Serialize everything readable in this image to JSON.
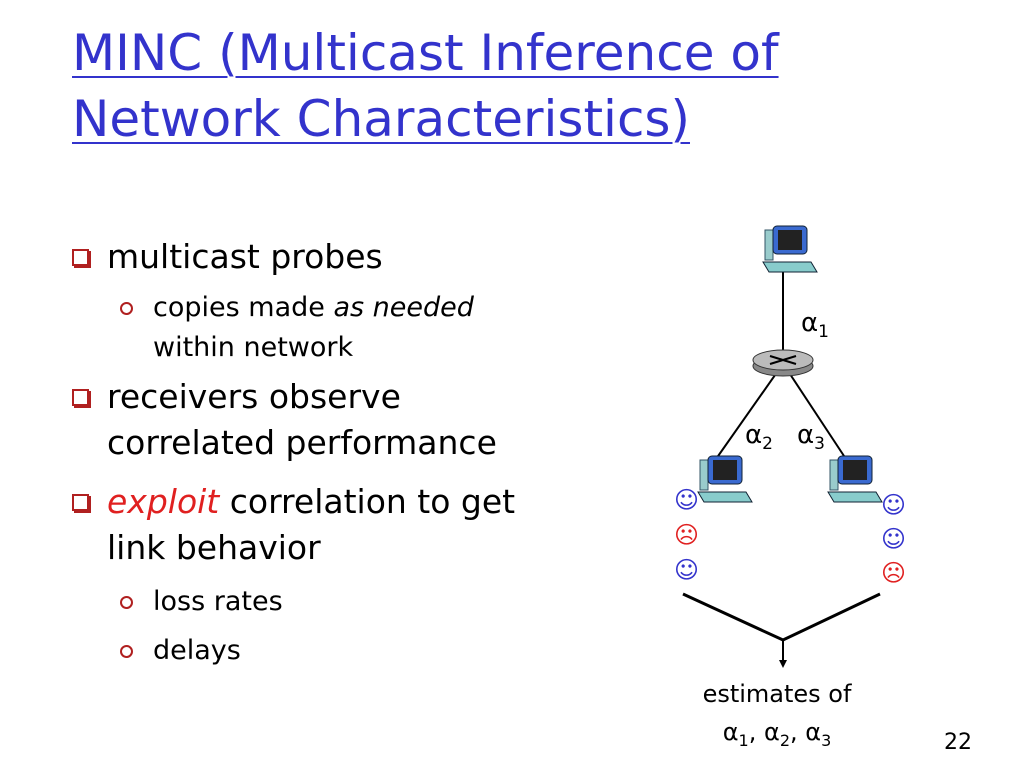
{
  "title": {
    "line1": "MINC (Multicast Inference of",
    "line2": "Network Characteristics)"
  },
  "bullets": {
    "b1": "multicast probes",
    "b1_sub_a": "copies made ",
    "b1_sub_b": "as needed",
    "b1_sub_c": "within network",
    "b2_l1": "receivers observe",
    "b2_l2": "correlated performance",
    "b3_red": "exploit",
    "b3_l1": " correlation to get",
    "b3_l2": "link behavior",
    "b3_sub1": "loss rates",
    "b3_sub2": "delays"
  },
  "diagram": {
    "alpha": "α",
    "s1": "1",
    "s2": "2",
    "s3": "3",
    "estimates": "estimates of",
    "est_a1": "α",
    "est_s1": "1",
    "sep": ", ",
    "est_s2": "2",
    "est_s3": "3",
    "happy": "☺",
    "sad": "☹",
    "colors": {
      "happy": "#3333cc",
      "sad": "#e02020"
    }
  },
  "page_number": "22"
}
